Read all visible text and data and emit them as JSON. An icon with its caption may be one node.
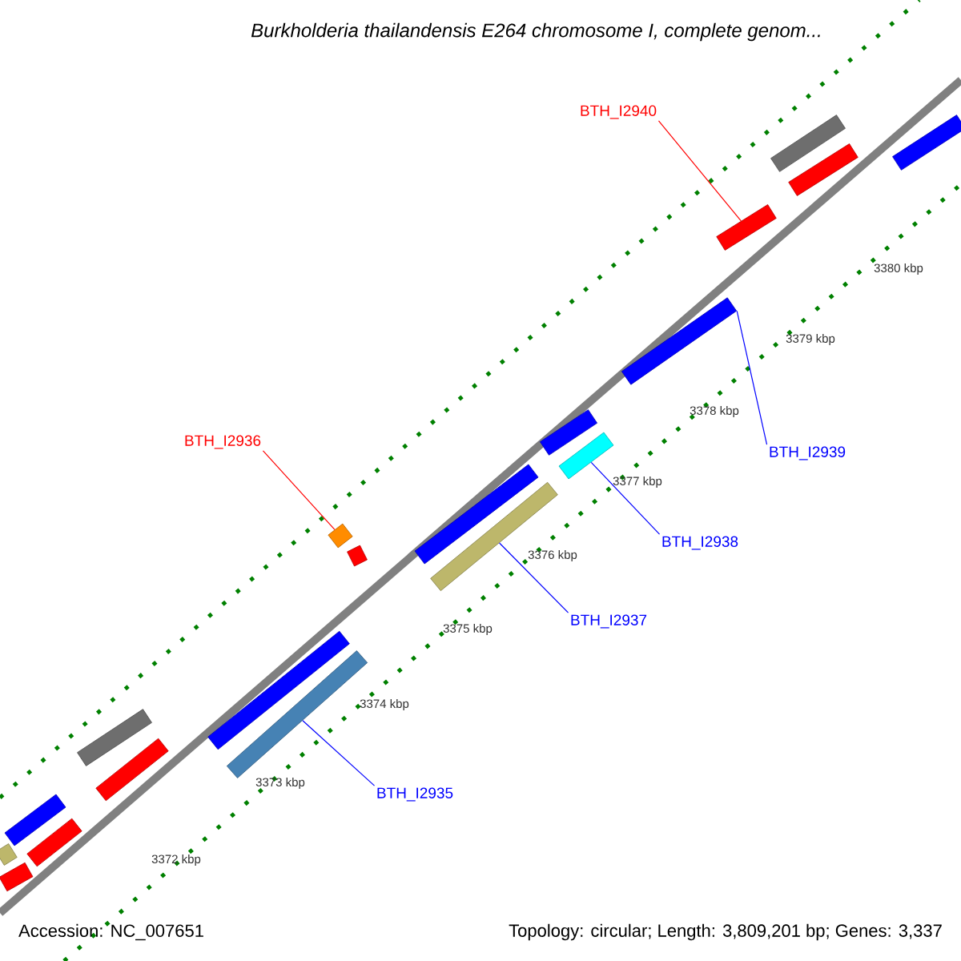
{
  "diagram": {
    "title": "Burkholderia thailandensis E264 chromosome I, complete genom...",
    "nodes": [
      {
        "text": [
          "BTH_I2940"
        ]
      },
      {
        "text": [],
        "shape": "bar"
      },
      {
        "text": [
          "BTH_I2936"
        ]
      },
      {
        "text": [],
        "shape": "bar"
      },
      {
        "text": [
          "BTH_I2939"
        ]
      },
      {
        "text": [],
        "shape": "bar"
      },
      {
        "text": [
          "BTH_I2938"
        ]
      },
      {
        "text": [],
        "shape": "bar"
      },
      {
        "text": [
          "BTH_I2937"
        ]
      },
      {
        "text": [],
        "shape": "bar"
      },
      {
        "text": [
          "BTH_I2935"
        ]
      },
      {
        "text": [],
        "shape": "bar"
      },
      {
        "text": [],
        "shape": "bar"
      },
      {
        "text": [],
        "shape": "bar"
      },
      {
        "text": [],
        "shape": "bar"
      },
      {
        "text": [],
        "shape": "bar"
      },
      {
        "text": [],
        "shape": "bar"
      },
      {
        "text": [],
        "shape": "bar"
      },
      {
        "text": [],
        "shape": "bar"
      },
      {
        "text": [],
        "shape": "bar"
      },
      {
        "text": [],
        "shape": "bar"
      },
      {
        "text": [],
        "shape": "bar"
      },
      {
        "text": [],
        "shape": "bar"
      },
      {
        "text": [],
        "shape": "bar"
      },
      {
        "text": [],
        "shape": "bar"
      }
    ],
    "edges": [
      {
        "from": 0,
        "to": 1,
        "arrow": "none",
        "color": "#ff0000"
      },
      {
        "from": 2,
        "to": 3,
        "arrow": "none",
        "color": "#ff0000"
      },
      {
        "from": 4,
        "to": 5,
        "arrow": "none"
      },
      {
        "from": 6,
        "to": 7,
        "arrow": "none"
      },
      {
        "from": 8,
        "to": 9,
        "arrow": "none"
      },
      {
        "from": 10,
        "to": 11,
        "arrow": "none"
      }
    ],
    "labels": [
      "3380 kbp",
      "3379 kbp",
      "3378 kbp",
      "3377 kbp",
      "3376 kbp",
      "3375 kbp",
      "3374 kbp",
      "3373 kbp",
      "3372 kbp",
      "Accession: NC_007651",
      "Topology: circular; Length: 3,809,201 bp; Genes: 3,337"
    ]
  }
}
